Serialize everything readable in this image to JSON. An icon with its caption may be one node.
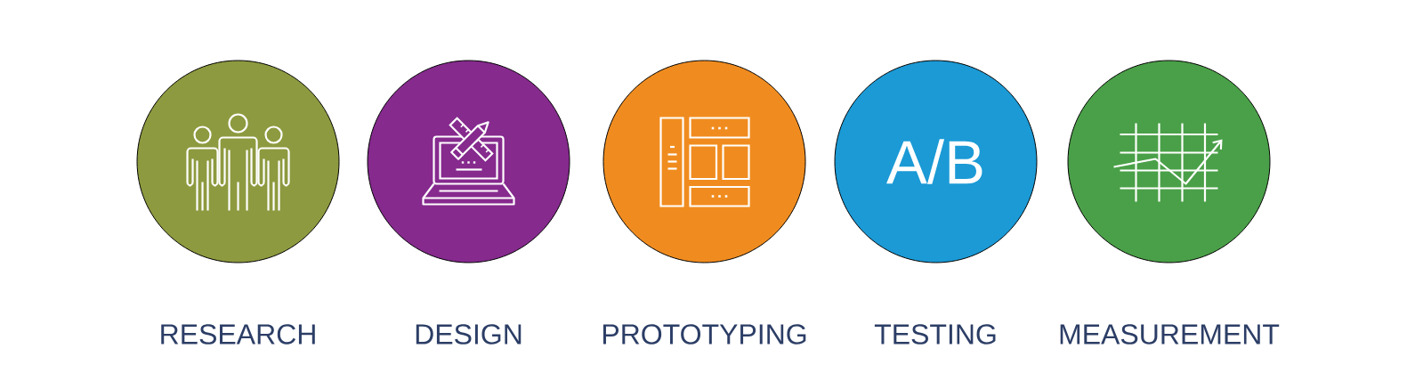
{
  "diagram": {
    "nodes": [
      {
        "text": [
          "RESEARCH"
        ]
      },
      {
        "text": [
          "DESIGN"
        ]
      },
      {
        "text": [
          "PROTOTYPING"
        ]
      },
      {
        "text": [
          "A/B",
          "TESTING"
        ]
      },
      {
        "text": [
          "MEASUREMENT"
        ]
      }
    ]
  }
}
